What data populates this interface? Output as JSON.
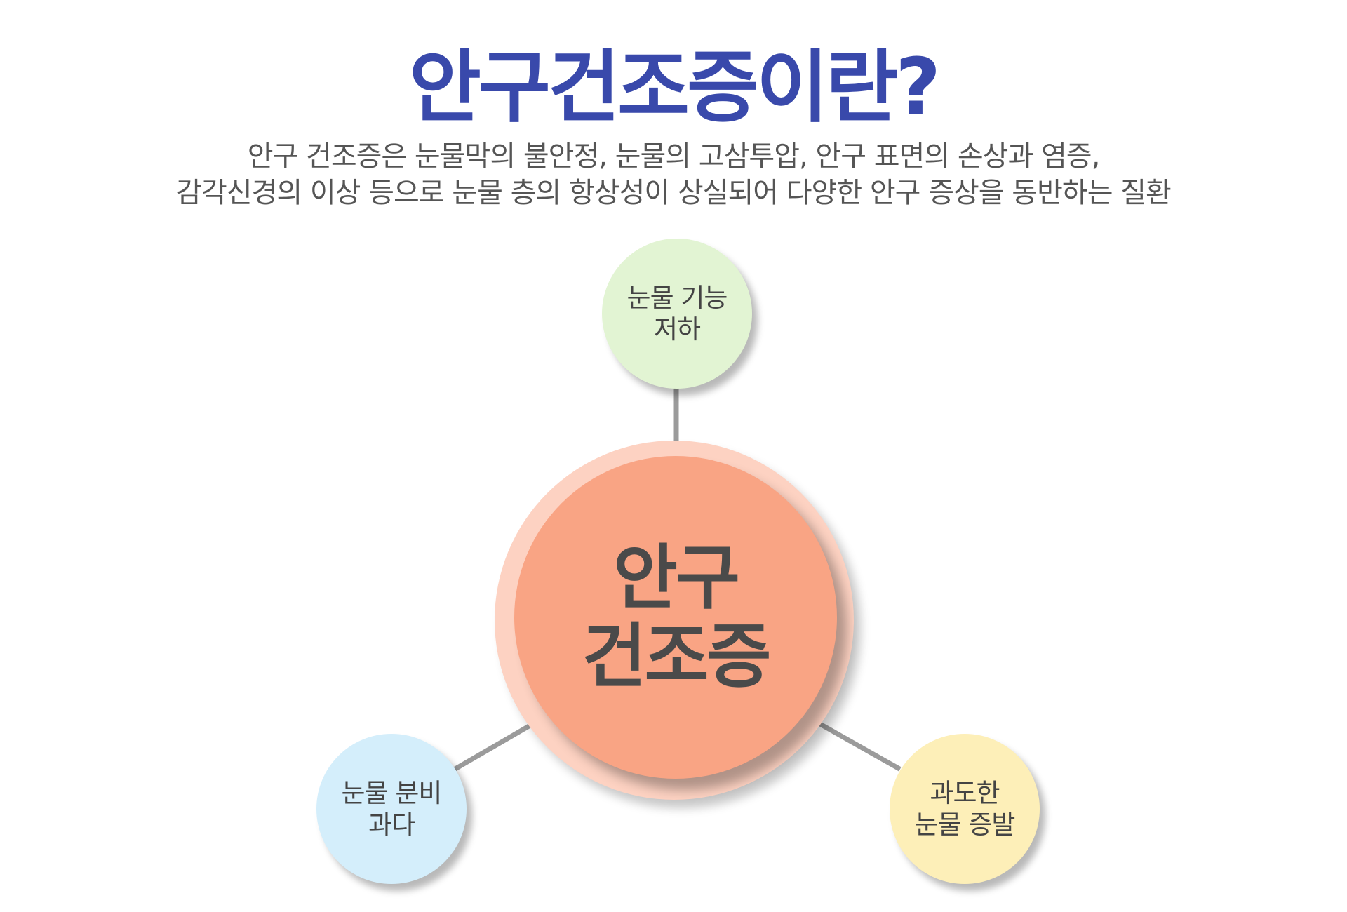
{
  "title": "안구건조증이란?",
  "description": {
    "line1": "안구 건조증은 눈물막의 불안정, 눈물의 고삼투압, 안구 표면의 손상과 염증,",
    "line2": "감각신경의 이상 등으로 눈물 층의 항상성이 상실되어 다양한 안구 증상을 동반하는 질환"
  },
  "center": {
    "line1": "안구",
    "line2": "건조증"
  },
  "nodes": {
    "top": {
      "line1": "눈물 기능",
      "line2": "저하"
    },
    "left": {
      "line1": "눈물 분비",
      "line2": "과다"
    },
    "right": {
      "line1": "과도한",
      "line2": "눈물 증발"
    }
  },
  "colors": {
    "title": "#3949ab",
    "subtitle": "#555555",
    "center_ring": "#fdd2c2",
    "center_core": "#f9a484",
    "center_text": "#4a4a4a",
    "node_top": "#e2f4d3",
    "node_left": "#d4eefb",
    "node_right": "#fdefb8",
    "node_text": "#444444",
    "connector": "#9b9b9b"
  }
}
